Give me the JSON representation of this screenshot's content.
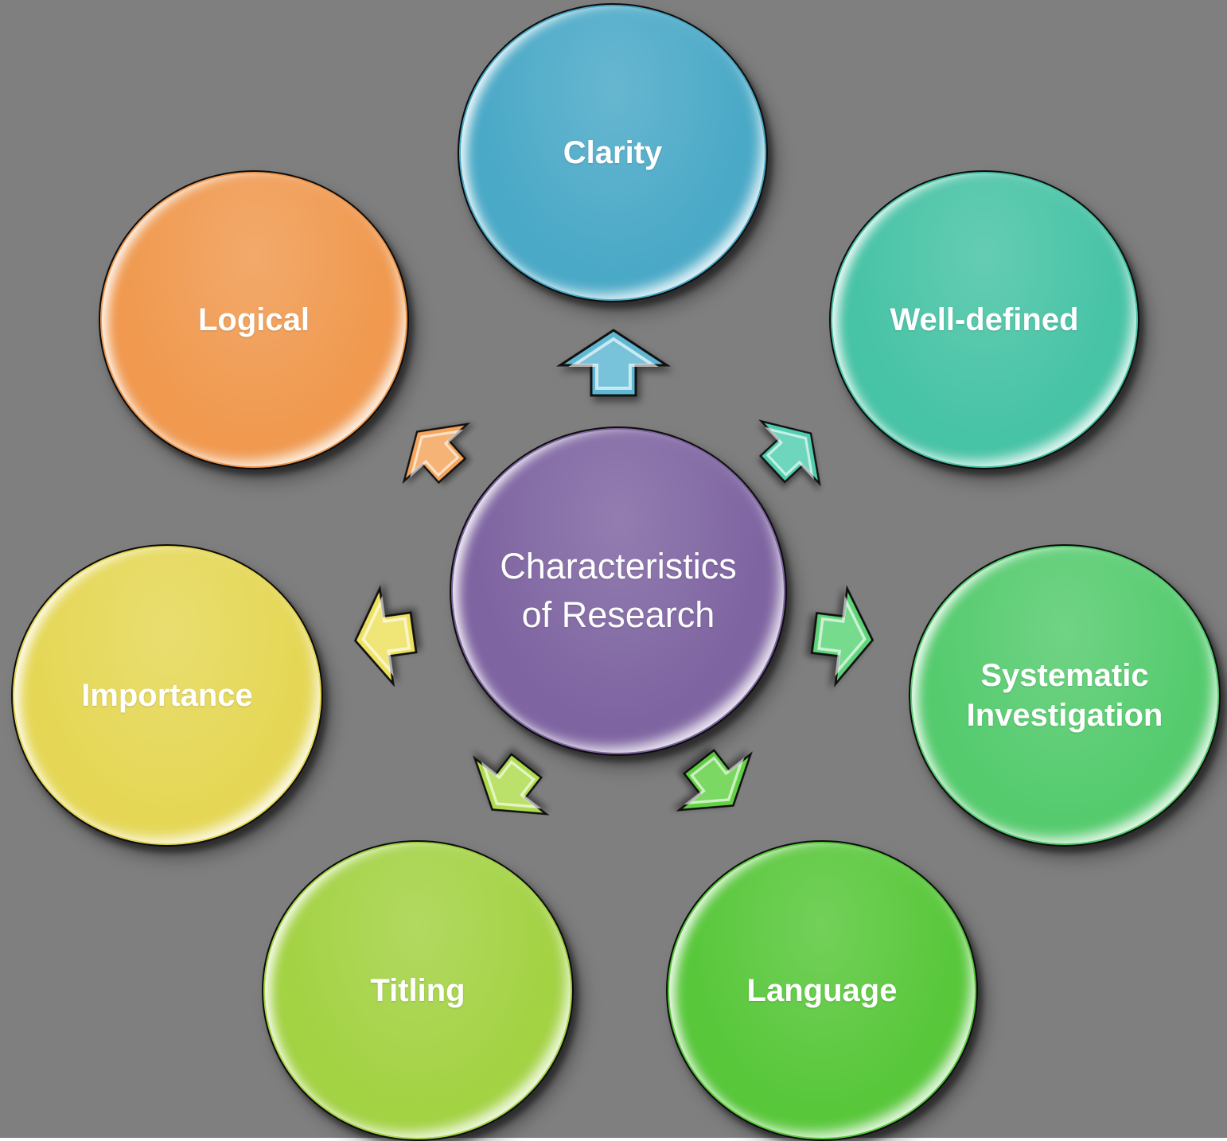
{
  "background_color": "#7f7f7f",
  "center": {
    "label": "Characteristics\nof Research",
    "color": "#7e64a1"
  },
  "nodes": [
    {
      "id": "clarity",
      "label": "Clarity",
      "color": "#4aa9c7",
      "arrow_color": "#5fb8d3"
    },
    {
      "id": "well-defined",
      "label": "Well-defined",
      "color": "#47c3a5",
      "arrow_color": "#51ceb0"
    },
    {
      "id": "systematic-investigation",
      "label": "Systematic\nInvestigation",
      "color": "#55cb6e",
      "arrow_color": "#5dd578"
    },
    {
      "id": "language",
      "label": "Language",
      "color": "#58c73a",
      "arrow_color": "#62d144"
    },
    {
      "id": "titling",
      "label": "Titling",
      "color": "#a3d243",
      "arrow_color": "#aedc4e"
    },
    {
      "id": "importance",
      "label": "Importance",
      "color": "#e5d755",
      "arrow_color": "#eee15e"
    },
    {
      "id": "logical",
      "label": "Logical",
      "color": "#f0994f",
      "arrow_color": "#f5a55c"
    }
  ]
}
